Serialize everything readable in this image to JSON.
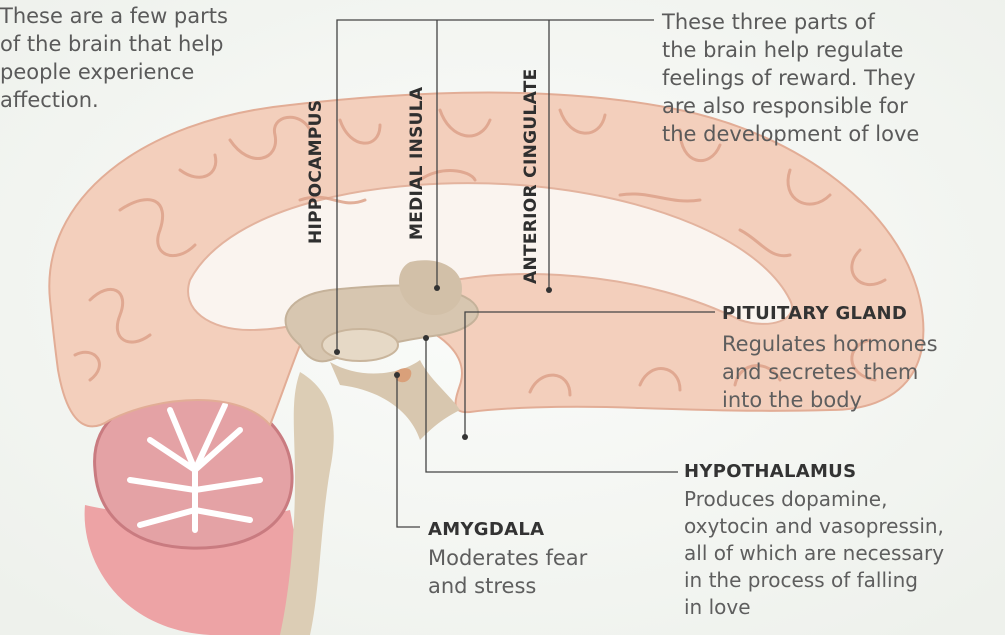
{
  "left_note": [
    "These are a few parts",
    "of the brain that help",
    "people experience",
    "affection."
  ],
  "right_note": [
    "These three parts of",
    "the brain help regulate",
    "feelings of reward. They",
    "are also responsible for",
    "the development of love"
  ],
  "labels": {
    "hippocampus": "HIPPOCAMPUS",
    "medial_insula": "MEDIAL INSULA",
    "anterior_cingulate": "ANTERIOR CINGULATE"
  },
  "pituitary": {
    "title": "PITUITARY GLAND",
    "lines": [
      "Regulates hormones",
      "and secretes them",
      "into the body"
    ]
  },
  "hypothalamus": {
    "title": "HYPOTHALAMUS",
    "lines": [
      "Produces dopamine,",
      "oxytocin and vasopressin,",
      "all of which are necessary",
      "in the process of falling",
      "in love"
    ]
  },
  "amygdala": {
    "title": "AMYGDALA",
    "lines": [
      "Moderates fear",
      "and stress"
    ]
  },
  "colors": {
    "cortex": "#f2cdb9",
    "cortex_fold": "#dfa58c",
    "cerebellum": "#d8828a",
    "cerebellum_base": "#e88f93",
    "stem": "#dcccb4",
    "leader": "#444444"
  }
}
